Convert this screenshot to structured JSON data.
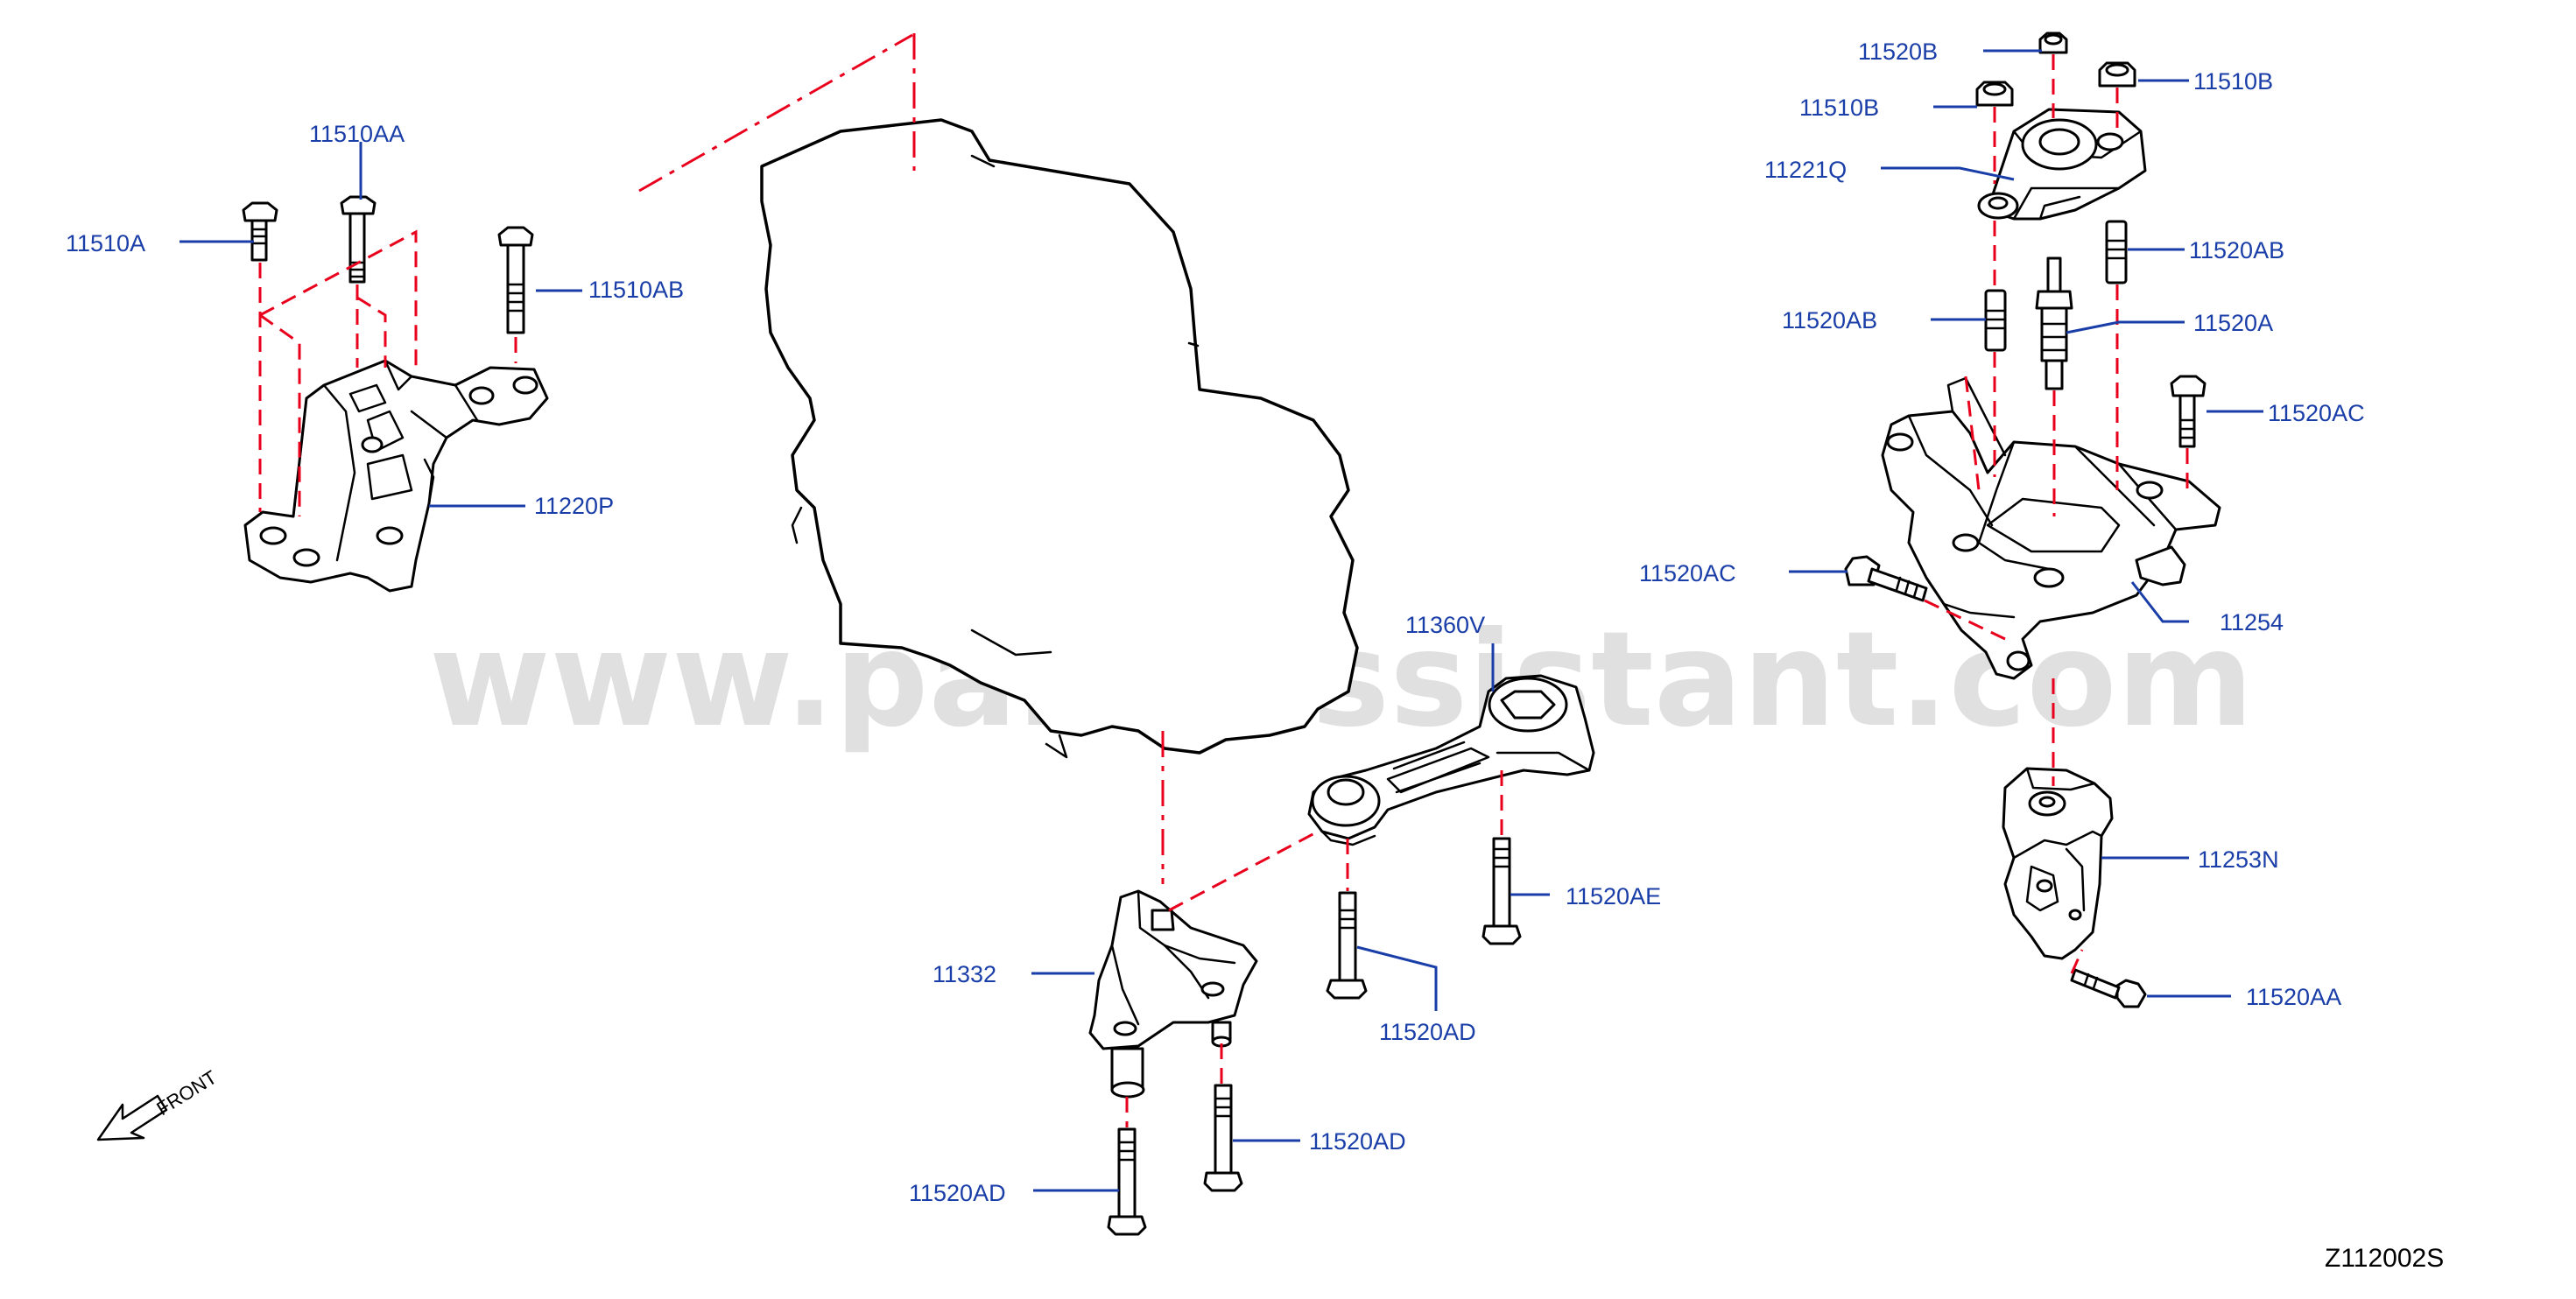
{
  "watermark": "www.partsassistant.com",
  "figure_code": "Z112002S",
  "front_label": "FRONT",
  "colors": {
    "callout": "#1a3ea8",
    "guide": "#e8001c",
    "outline": "#000000"
  },
  "callouts": {
    "c_11510A": "11510A",
    "c_11510AA": "11510AA",
    "c_11510AB": "11510AB",
    "c_11220P": "11220P",
    "c_11520B": "11520B",
    "c_11510B_left": "11510B",
    "c_11510B_right": "11510B",
    "c_11221Q": "11221Q",
    "c_11520AB_right": "11520AB",
    "c_11520AB_left": "11520AB",
    "c_11520A": "11520A",
    "c_11520AC_right": "11520AC",
    "c_11520AC_left": "11520AC",
    "c_11254": "11254",
    "c_11360V": "11360V",
    "c_11520AE": "11520AE",
    "c_11520AD_mid": "11520AD",
    "c_11332": "11332",
    "c_11520AD_bottom_right": "11520AD",
    "c_11520AD_bottom_left": "11520AD",
    "c_11253N": "11253N",
    "c_11520AA": "11520AA"
  }
}
